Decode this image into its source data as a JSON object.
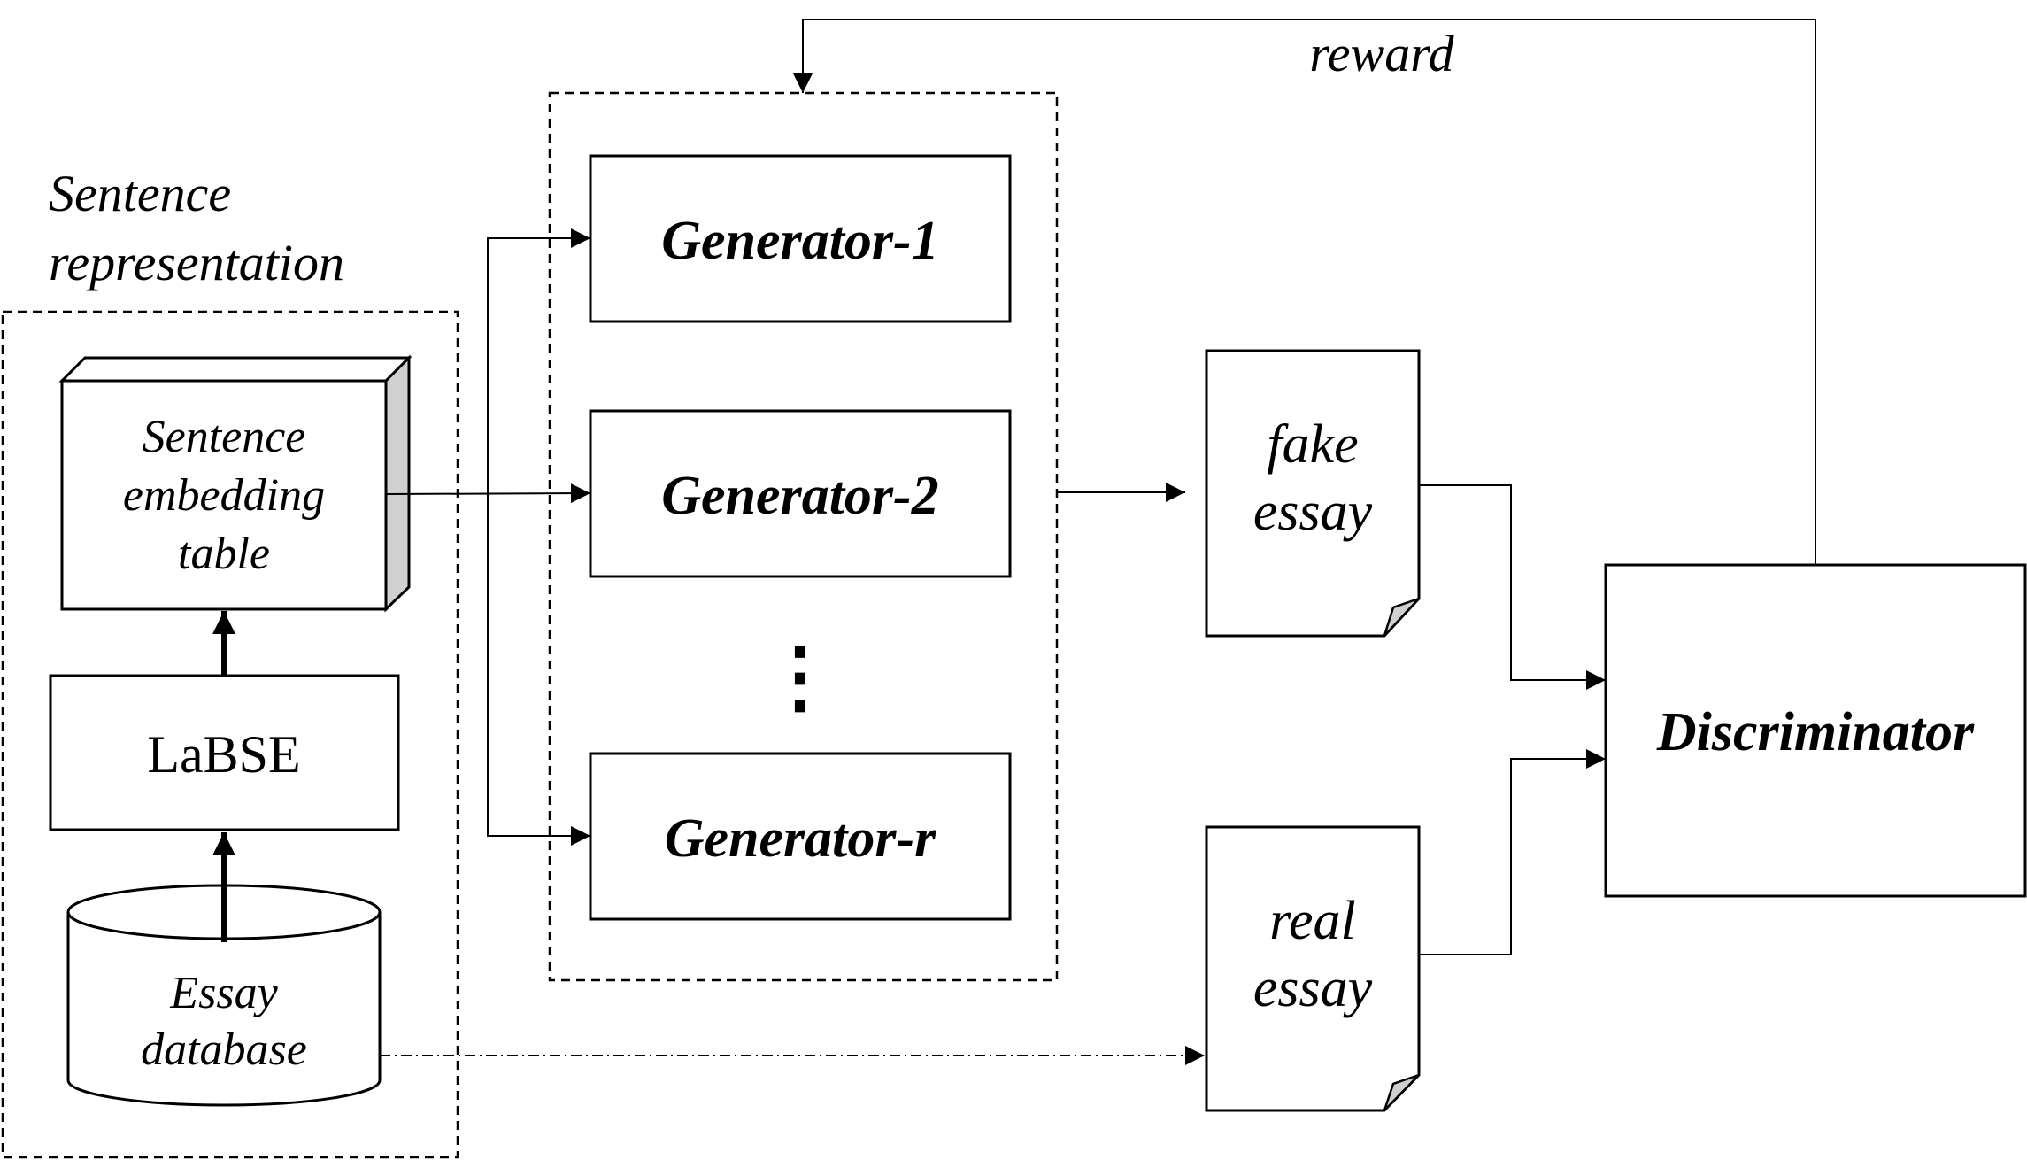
{
  "group_label": {
    "line1": "Sentence",
    "line2": "representation"
  },
  "embedding_table": {
    "line1": "Sentence",
    "line2": "embedding",
    "line3": "table"
  },
  "labse": "LaBSE",
  "database": {
    "line1": "Essay",
    "line2": "database"
  },
  "generators": [
    "Generator-1",
    "Generator-2",
    "Generator-r"
  ],
  "ellipsis": "⋮",
  "fake_essay": {
    "line1": "fake",
    "line2": "essay"
  },
  "real_essay": {
    "line1": "real",
    "line2": "essay"
  },
  "discriminator": "Discriminator",
  "feedback_label": "reward",
  "colors": {
    "stroke": "#000000",
    "background": "#ffffff",
    "shade": "#d0d0d0"
  }
}
